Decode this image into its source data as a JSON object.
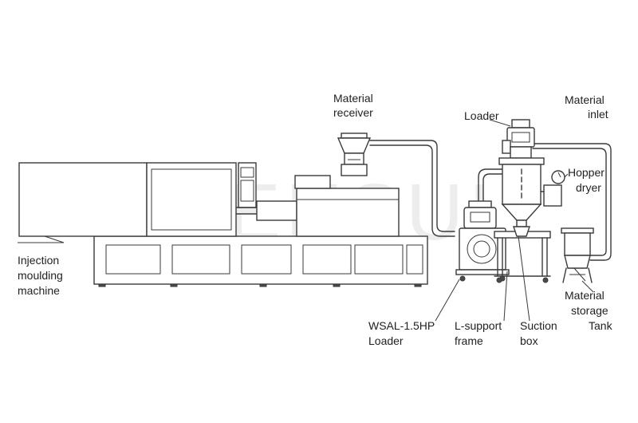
{
  "watermark": "WENSUI",
  "labels": {
    "injection_machine": [
      "Injection",
      "moulding",
      "machine"
    ],
    "material_receiver": [
      "Material",
      "receiver"
    ],
    "loader_top": "Loader",
    "material_inlet": [
      "Material",
      "inlet"
    ],
    "hopper_dryer": [
      "Hopper",
      "dryer"
    ],
    "material_storage_tank": [
      "Material",
      "storage",
      "Tank"
    ],
    "wsal_loader": [
      "WSAL-1.5HP",
      "Loader"
    ],
    "l_support_frame": [
      "L-support",
      "frame"
    ],
    "suction_box": [
      "Suction",
      "box"
    ]
  },
  "colors": {
    "line": "#3a3a3a",
    "text": "#222222",
    "background": "#ffffff"
  }
}
